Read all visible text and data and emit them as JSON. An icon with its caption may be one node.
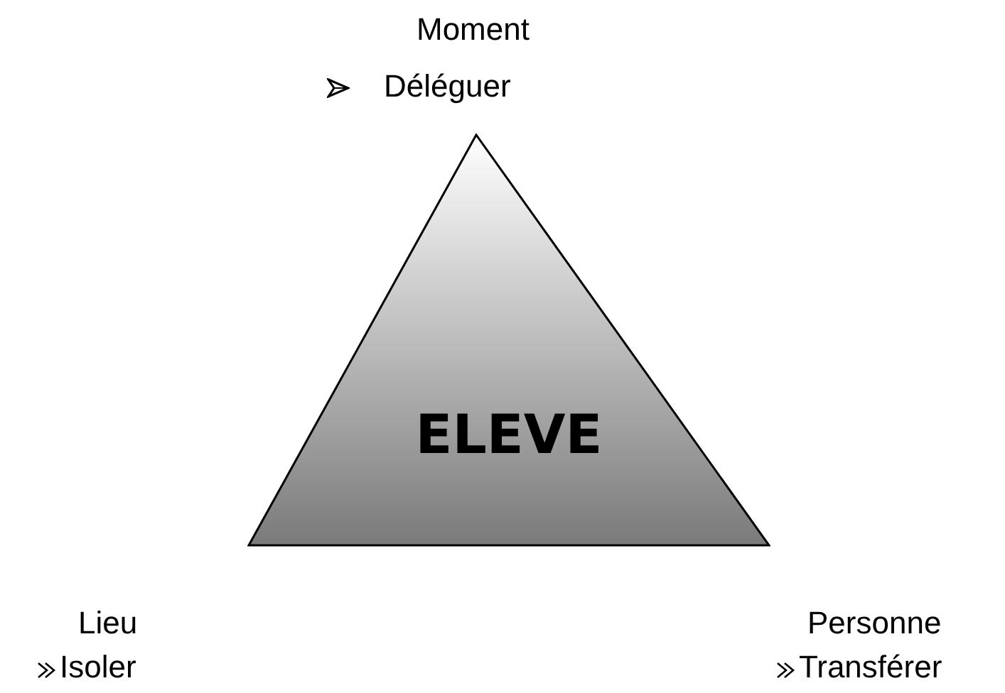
{
  "diagram": {
    "nodes": [
      {
        "text": [
          "ELEVE"
        ]
      }
    ],
    "labels": [
      "Moment",
      "Déléguer",
      "Lieu",
      "Isoler",
      "Personne",
      "Transférer"
    ]
  }
}
